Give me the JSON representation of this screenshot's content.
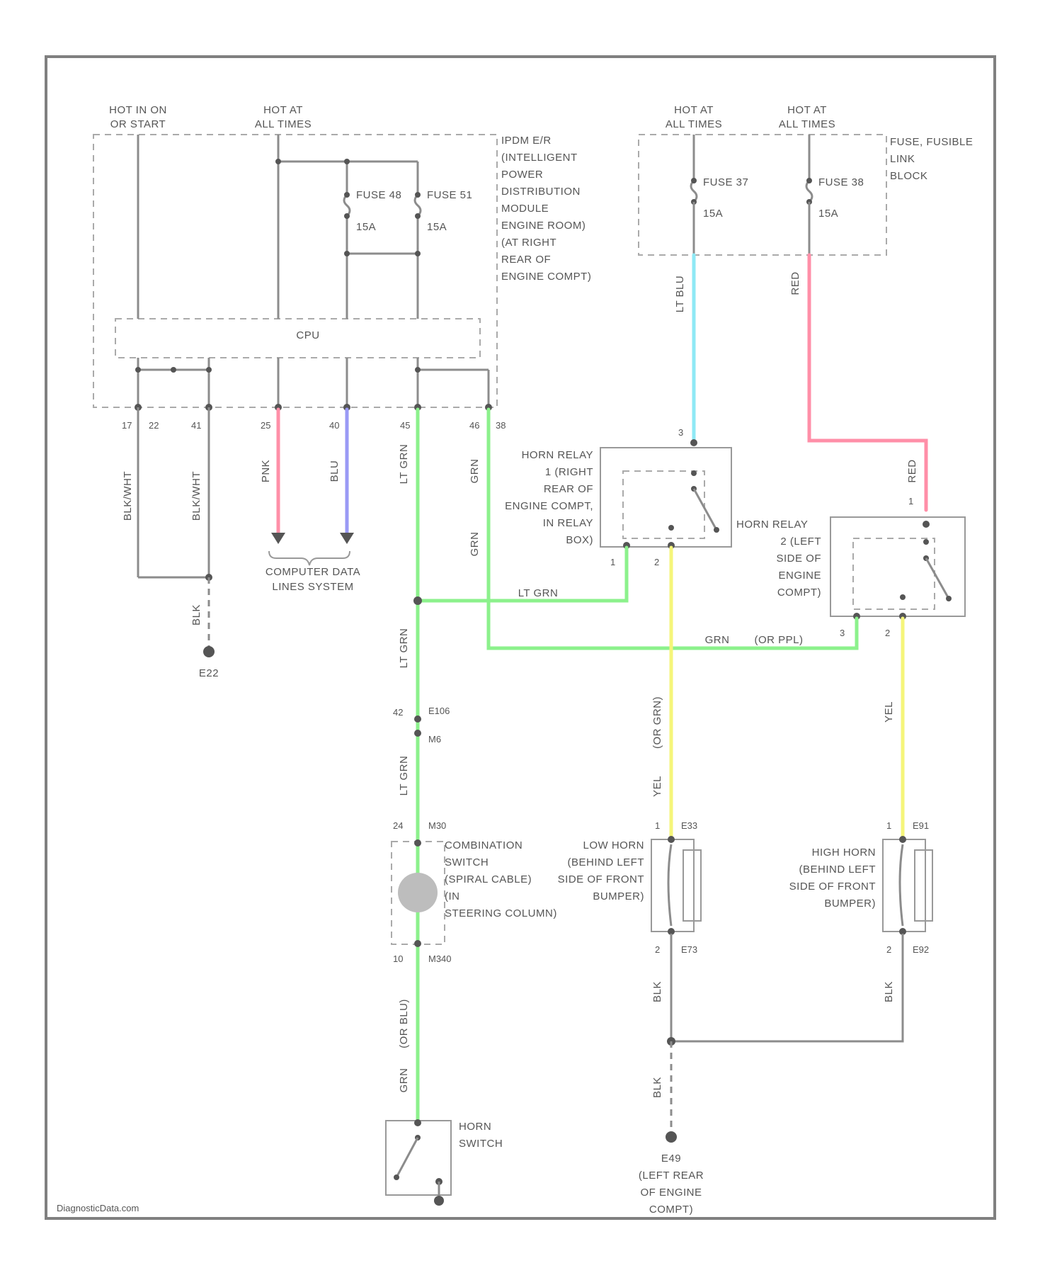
{
  "wires": {
    "pnk": "#ff8fa8",
    "blu": "#9a9af5",
    "lt_grn": "#8cf18c",
    "lt_blu": "#8fe9f5",
    "yel": "#f5f57a",
    "blk": "#8c8c8c"
  },
  "labels": {
    "hot_run_start": [
      "HOT IN ON",
      "OR START"
    ],
    "hot_all_times_1": [
      "HOT AT",
      "ALL TIMES"
    ],
    "hot_all_times_2": [
      "HOT AT",
      "ALL TIMES"
    ],
    "hot_all_times_3": [
      "HOT AT",
      "ALL TIMES"
    ],
    "ipdm": [
      "IPDM E/R",
      "(INTELLIGENT",
      "POWER",
      "DISTRIBUTION",
      "MODULE",
      "ENGINE ROOM)",
      "(AT RIGHT",
      "REAR OF",
      "ENGINE COMPT)"
    ],
    "fuse_block": [
      "FUSE, FUSIBLE",
      "LINK",
      "BLOCK"
    ],
    "fuse_a": "FUSE 48",
    "fuse_b": "FUSE 51",
    "fuse_c": "FUSE 37",
    "fuse_d": "FUSE 38",
    "amp_a": "15A",
    "amp_b": "15A",
    "amp_c": "15A",
    "amp_d": "15A",
    "cpu": "CPU",
    "computer_data": [
      "COMPUTER DATA",
      "LINES SYSTEM"
    ],
    "ground_e22": "E22",
    "ground_e49": [
      "E49",
      "(LEFT REAR",
      "OF ENGINE",
      "COMPT)"
    ],
    "horn_relay_1": [
      "HORN RELAY",
      "1 (RIGHT",
      "REAR OF",
      "ENGINE COMPT,",
      "IN RELAY",
      "BOX)"
    ],
    "horn_relay_2": [
      "HORN RELAY",
      "2 (LEFT",
      "SIDE OF",
      "ENGINE",
      "COMPT)"
    ],
    "combination_switch": [
      "COMBINATION",
      "SWITCH",
      "(SPIRAL CABLE)",
      "(IN",
      "STEERING COLUMN)"
    ],
    "low_horn": [
      "LOW HORN",
      "(BEHIND LEFT",
      "SIDE OF FRONT",
      "BUMPER)"
    ],
    "high_horn": [
      "HIGH HORN",
      "(BEHIND LEFT",
      "SIDE OF FRONT",
      "BUMPER)"
    ],
    "horn_switch": [
      "HORN",
      "SWITCH"
    ],
    "watermark": "DiagnosticData.com"
  },
  "wire_labels": {
    "blk_wht_1": "BLK/WHT",
    "blk_wht_2": "BLK/WHT",
    "pnk": "PNK",
    "blu": "BLU",
    "lt_grn_v1": "LT GRN",
    "grn_v": "GRN",
    "lt_blu": "LT BLU",
    "red": "RED",
    "lt_grn_h": "LT GRN",
    "grn_h": "GRN",
    "or_ppl": "(OR PPL)",
    "lt_grn_v2": "LT GRN",
    "lt_grn_v3": "LT GRN",
    "yel_v1": "YEL",
    "or_grn": "(OR GRN)",
    "yel_v2": "YEL",
    "grn_v2": "GRN",
    "or_blu": "(OR BLU)",
    "blk_1": "BLK",
    "blk_2": "BLK",
    "blk_3": "BLK",
    "blk_4": "BLK",
    "red_2": "RED"
  },
  "pins": {
    "p17": "17",
    "p22": "22",
    "p41": "41",
    "p25": "25",
    "p40": "40",
    "p45": "45",
    "p46": "46",
    "p38": "38",
    "r1_3": "3",
    "r1_1": "1",
    "r1_2": "2",
    "r2_1": "1",
    "r2_3": "3",
    "r2_2": "2",
    "c42": "42",
    "c_e106": "E106",
    "c_m6": "M6",
    "c24": "24",
    "c_m30": "M30",
    "c10": "10",
    "c_m340": "M340",
    "lh1": "1",
    "lh_e33": "E33",
    "lh2": "2",
    "lh_e73": "E73",
    "hh1": "1",
    "hh_e91": "E91",
    "hh2": "2",
    "hh_e92": "E92"
  }
}
